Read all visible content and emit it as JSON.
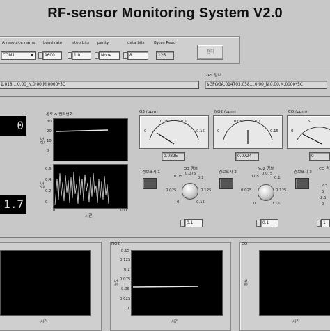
{
  "title": "RF-sensor Monitoring System V2.0",
  "serial": {
    "visa_label": "A resource name",
    "visa_value": "COM1",
    "baud_label": "baud rate",
    "baud_value": "9600",
    "stop_label": "stop bits",
    "stop_value": "1.0",
    "parity_label": "parity",
    "parity_value": "None",
    "data_label": "data bits",
    "data_value": "8",
    "bytes_label": "Bytes Read",
    "bytes_value": "126",
    "button_label": "정지"
  },
  "gps": {
    "left_value": "1,018....0.00_N,0.00,M,0000*5C",
    "label": "GPS 정보",
    "right_value": "$GPGGA,014703.038....0.00_N,0.00,M,0000*5C"
  },
  "left_displays": {
    "top": "0",
    "bottom": "1.7"
  },
  "temp_graph": {
    "label": "온도 & 면적변화",
    "x_label": "시간",
    "x_ticks": [
      "0",
      "100"
    ],
    "y_ticks_top": [
      "30",
      "20",
      "10",
      "0"
    ],
    "y_ticks_bottom": [
      "0.6",
      "0.4",
      "0.2",
      "0"
    ],
    "y_label_top": "온도",
    "y_label_bottom": "습도"
  },
  "o3": {
    "label": "O3 (ppm)",
    "scale": [
      "0",
      "0.05",
      "0.1",
      "0.15"
    ],
    "readout": "0.0825",
    "alarm_label": "경보표시 1",
    "knob_label": "O3 경보",
    "knob_scale": [
      "0.05",
      "0.075",
      "0.1",
      "0.025",
      "0.125",
      "0",
      "0.15"
    ],
    "setpoint": "0.1"
  },
  "no2": {
    "label": "NO2 (ppm)",
    "scale": [
      "0",
      "0.05",
      "0.1",
      "0.15"
    ],
    "readout": "0.0724",
    "alarm_label": "경보표시 2",
    "knob_label": "No2 경보",
    "knob_scale": [
      "0.05",
      "0.075",
      "0.1",
      "0.025",
      "0.125",
      "0",
      "0.15"
    ],
    "setpoint": "0.1"
  },
  "co": {
    "label": "CO (ppm)",
    "scale": [
      "0",
      "5"
    ],
    "readout": "0",
    "alarm_label": "경보표시 3",
    "knob_label": "CO 경보",
    "knob_scale": [
      "7.5",
      "5",
      "2.5",
      "0"
    ],
    "setpoint": "1"
  },
  "bottom": {
    "left_x_label": "시간",
    "no2_title": "NO2",
    "no2_y_ticks": [
      "0.15",
      "0.125",
      "0.1",
      "0.075",
      "0.05",
      "0.025",
      "0"
    ],
    "no2_y_label": "농도",
    "no2_x_label": "시간",
    "co_title": "CO",
    "co_y_label": "농도",
    "co_x_label": "시간"
  },
  "colors": {
    "background": "#c8c8c8",
    "graph": "#000000",
    "trace": "#e8e8e8"
  }
}
